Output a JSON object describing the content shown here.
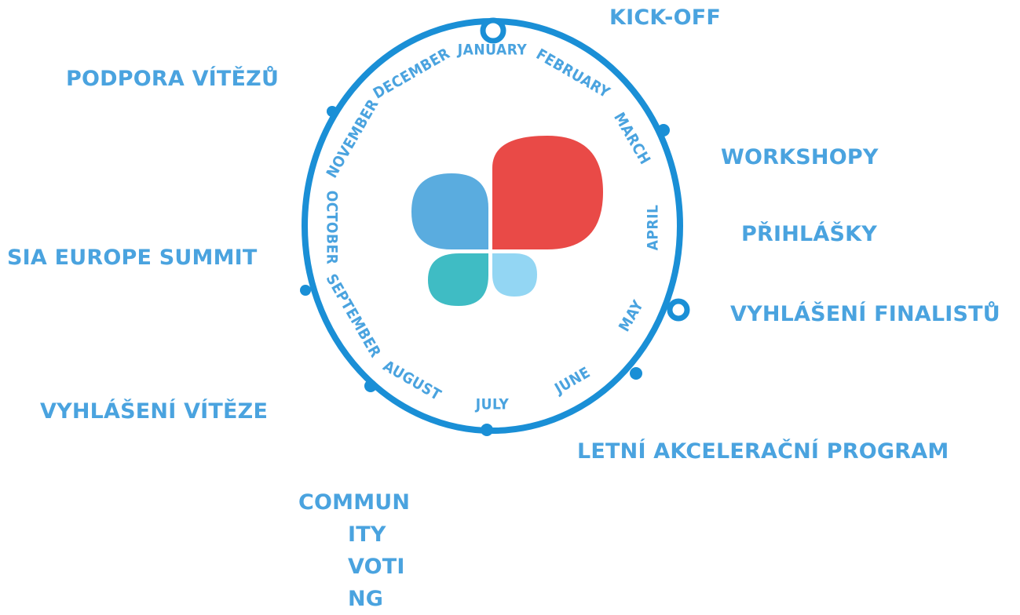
{
  "months": [
    "JANUARY",
    "FEBRUARY",
    "MARCH",
    "APRIL",
    "MAY",
    "JUNE",
    "JULY",
    "AUGUST",
    "SEPTEMBER",
    "OCTOBER",
    "NOVEMBER",
    "DECEMBER"
  ],
  "events": {
    "kickoff": "KICK-OFF",
    "podpora": "PODPORA VÍTĚZŮ",
    "workshopy": "WORKSHOPY",
    "prihlasky": "PŘIHLÁŠKY",
    "summit": "SIA EUROPE SUMMIT",
    "finalisti": "VYHLÁŠENÍ FINALISTŮ",
    "vitez": "VYHLÁŠENÍ VÍTĚZE",
    "letni": "LETNÍ AKCELERAČNÍ PROGRAM",
    "community_lines": [
      "COMMUN",
      "ITY",
      "VOTI",
      "NG"
    ]
  },
  "colors": {
    "ring": "#1a8fd6",
    "label": "#4aa3df",
    "petal_red": "#e94a47",
    "petal_blue": "#5aacdf",
    "petal_teal": "#3fbcc4",
    "petal_light": "#93d6f3"
  }
}
